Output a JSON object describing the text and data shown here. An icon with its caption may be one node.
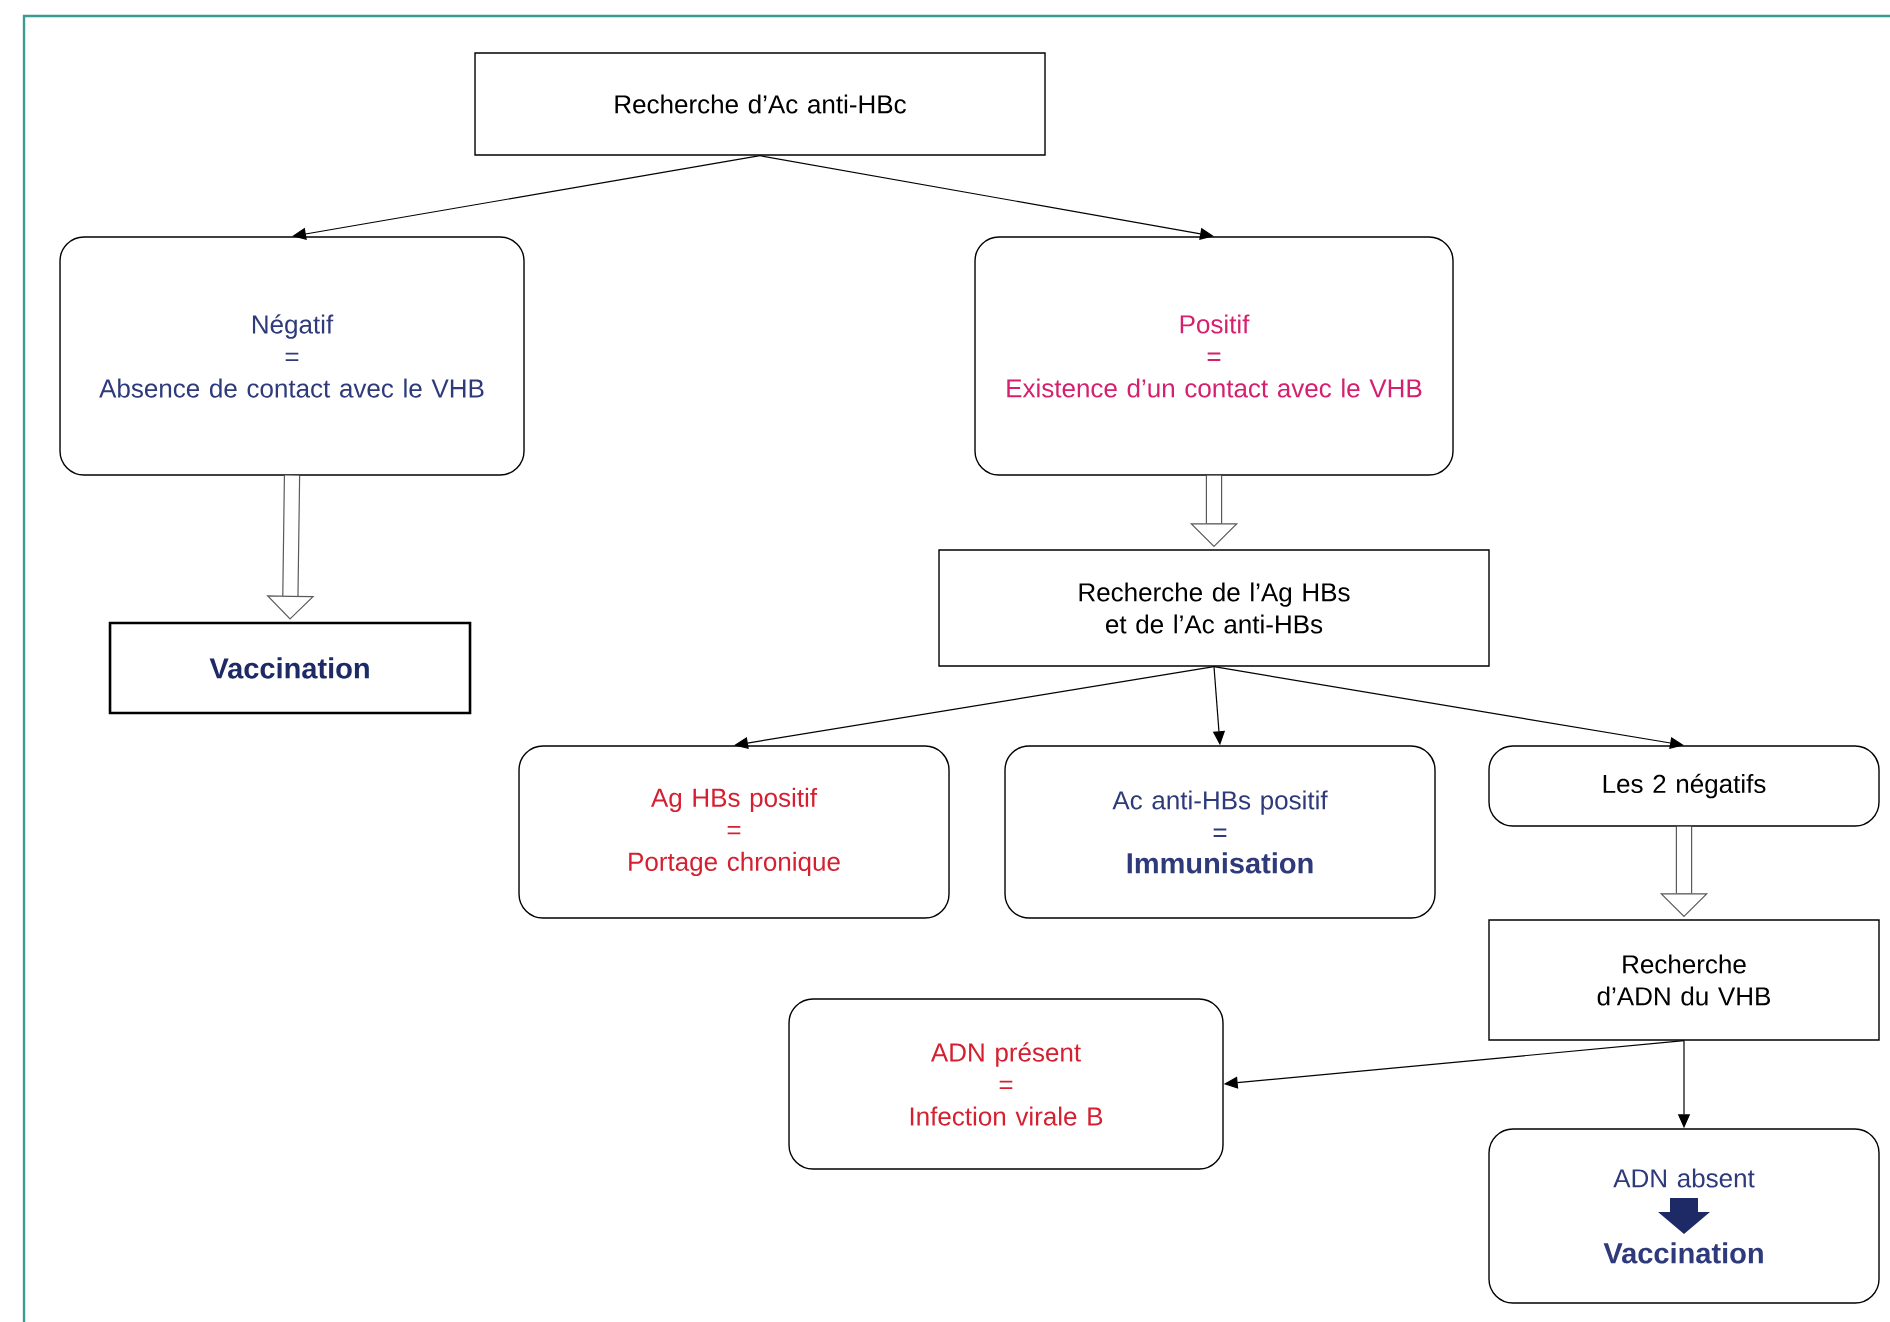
{
  "diagram": {
    "nodes": [
      {
        "text": [
          "Recherche d’Ac anti-HBc"
        ]
      },
      {
        "text": [
          "Négatif",
          "=",
          "Absence de contact avec le VHB"
        ]
      },
      {
        "text": [
          "Positif",
          "=",
          "Existence d’un contact avec le VHB"
        ]
      },
      {
        "text": [
          "Vaccination"
        ]
      },
      {
        "text": [
          "Recherche de l’Ag HBs et de l’Ac anti-HBs"
        ]
      },
      {
        "text": [
          "Ag HBs positif",
          "=",
          "Portage chronique"
        ]
      },
      {
        "text": [
          "Ac anti-HBs positif",
          "=",
          "Immunisation"
        ]
      },
      {
        "text": [
          "Les 2 négatifs"
        ]
      },
      {
        "text": [
          "Recherche d’ADN du VHB"
        ]
      },
      {
        "text": [
          "ADN présent",
          "=",
          "Infection virale B"
        ]
      },
      {
        "text": [
          "ADN absent",
          "Vaccination"
        ]
      }
    ],
    "edges": [
      {
        "from": 0,
        "to": 1,
        "arrow": "to"
      },
      {
        "from": 0,
        "to": 2,
        "arrow": "to"
      },
      {
        "from": 1,
        "to": 3,
        "arrow": "to",
        "style": "thick"
      },
      {
        "from": 2,
        "to": 4,
        "arrow": "to",
        "style": "thick"
      },
      {
        "from": 4,
        "to": 5,
        "arrow": "to"
      },
      {
        "from": 4,
        "to": 6,
        "arrow": "to"
      },
      {
        "from": 4,
        "to": 7,
        "arrow": "to"
      },
      {
        "from": 7,
        "to": 8,
        "arrow": "to",
        "style": "thick"
      },
      {
        "from": 8,
        "to": 9,
        "arrow": "to"
      },
      {
        "from": 8,
        "to": 10,
        "arrow": "to"
      }
    ]
  }
}
